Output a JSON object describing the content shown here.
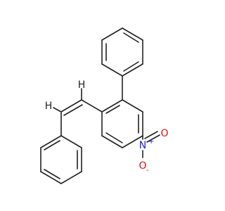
{
  "molecule": {
    "atoms": {
      "alkene_h1": "H",
      "alkene_h2": "H",
      "nitro_n": "N",
      "nitro_n_charge": "+",
      "nitro_o_double": "O",
      "nitro_o_single": "O",
      "nitro_o_charge": "-"
    },
    "colors": {
      "bond": "#222222",
      "carbon_hydrogen_text": "#222222",
      "nitrogen": "#2222dd",
      "oxygen": "#dd1111"
    }
  }
}
